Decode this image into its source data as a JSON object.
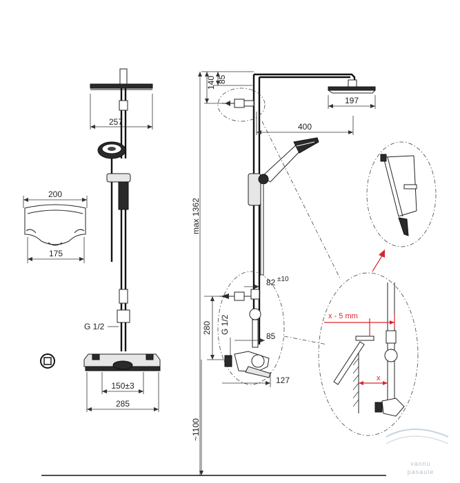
{
  "dimensions": {
    "head_width_front": "257",
    "head_width_side": "197",
    "arm_length": "400",
    "top_offset_140": "140",
    "top_offset_85": "85",
    "max_height": "max 1362",
    "shelf_depth": "200",
    "shelf_width": "175",
    "inlet_spacing": "150±3",
    "thermostat_width": "285",
    "thread_front": "G 1/2",
    "thread_side": "G 1/2",
    "wall_offset_82": "82",
    "wall_offset_tol": "±10",
    "inlet_height": "280",
    "bracket_depth": "85",
    "body_depth": "127",
    "floor_height": "~1100",
    "detail_x_minus": "x - 5 mm",
    "detail_x": "x"
  },
  "watermark": {
    "line1": "vannu",
    "line2": "pasaule"
  },
  "colors": {
    "line": "#222222",
    "accent_red": "#d8262b",
    "watermark": "#b8c4d0"
  }
}
